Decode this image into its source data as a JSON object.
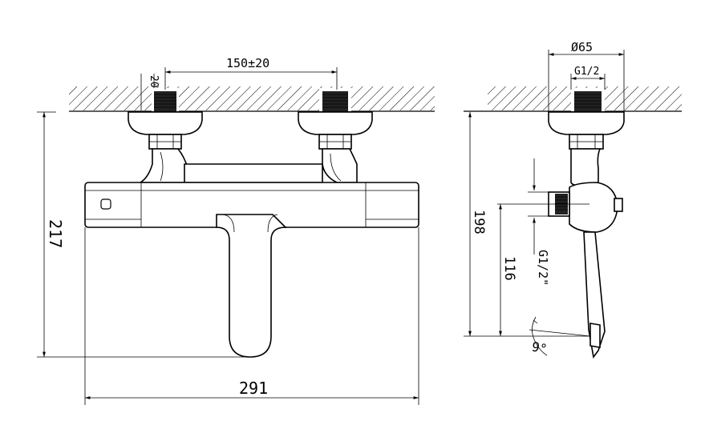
{
  "dimensions": {
    "wall_offset": "20",
    "inlet_spacing": "150±20",
    "total_height": "217",
    "total_width": "291",
    "flange_diameter": "Ø65",
    "inlet_thread": "G1/2",
    "side_height": "198",
    "outlet_height": "116",
    "outlet_thread": "G1/2\"",
    "spout_angle": "9°"
  }
}
